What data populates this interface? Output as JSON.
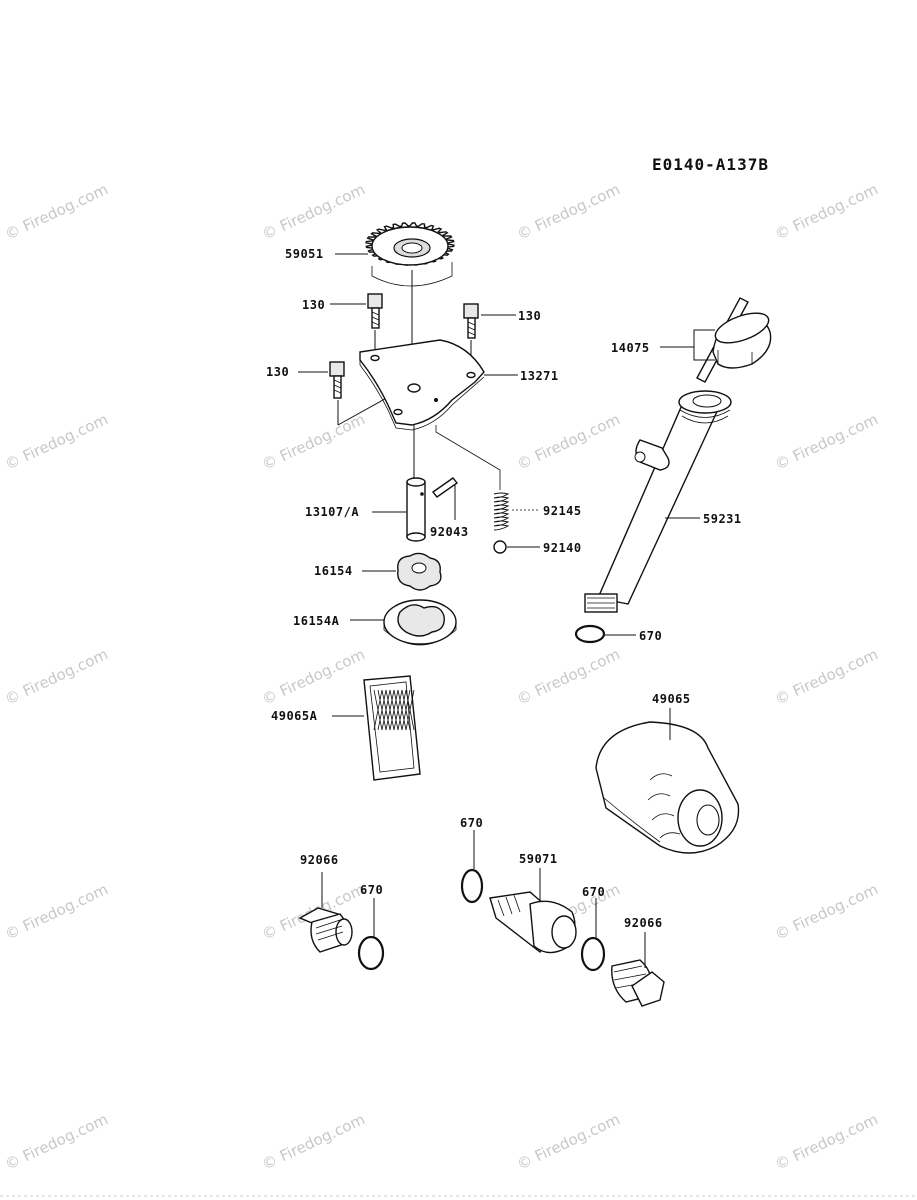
{
  "diagram_code": "E0140-A137B",
  "watermark": "© Firedog.com",
  "parts": {
    "gear": "59051",
    "bolt_a": "130",
    "bolt_b": "130",
    "bolt_c": "130",
    "cover": "13271",
    "cap": "14075",
    "tube": "59231",
    "shaft": "13107/A",
    "pin": "92043",
    "spring": "92145",
    "ball": "92140",
    "rotor_inner": "16154",
    "rotor_outer": "16154A",
    "oring_tube": "670",
    "screen": "49065A",
    "filter": "49065",
    "oring_a": "670",
    "fitting": "59071",
    "oring_b": "670",
    "plug_left": "92066",
    "oring_c": "670",
    "plug_right": "92066"
  }
}
